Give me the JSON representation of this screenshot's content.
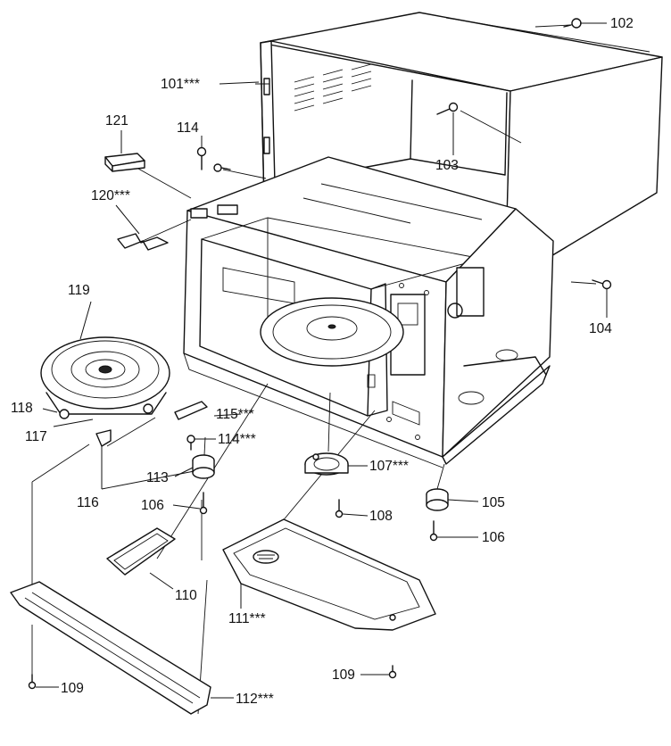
{
  "diagram": {
    "labels": {
      "p101": "101***",
      "p102": "102",
      "p103": "103",
      "p104": "104",
      "p105": "105",
      "p106a": "106",
      "p106b": "106",
      "p107": "107***",
      "p108": "108",
      "p109a": "109",
      "p109b": "109",
      "p110": "110",
      "p111": "111***",
      "p112": "112***",
      "p113": "113",
      "p114a": "114",
      "p114b": "114***",
      "p115": "115***",
      "p116": "116",
      "p117": "117",
      "p118": "118",
      "p119": "119",
      "p120": "120***",
      "p121": "121"
    }
  }
}
